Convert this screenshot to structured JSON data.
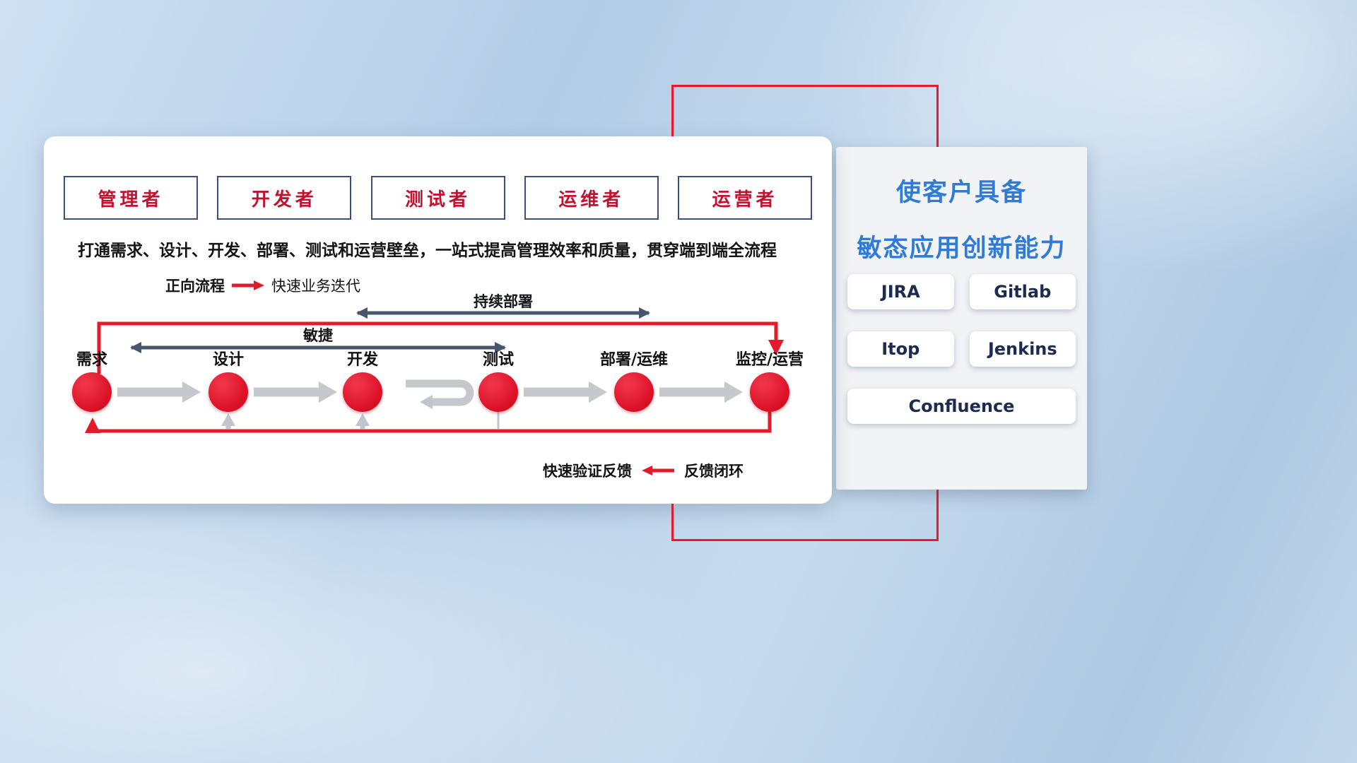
{
  "roles": [
    {
      "label": "管理者"
    },
    {
      "label": "开发者"
    },
    {
      "label": "测试者"
    },
    {
      "label": "运维者"
    },
    {
      "label": "运营者"
    }
  ],
  "subtitle": "打通需求、设计、开发、部署、测试和运营壁垒，一站式提高管理效率和质量，贯穿端到端全流程",
  "legend_forward": {
    "label": "正向流程",
    "desc": "快速业务迭代"
  },
  "flow": {
    "stages": [
      {
        "label": "需求"
      },
      {
        "label": "设计"
      },
      {
        "label": "开发"
      },
      {
        "label": "测试"
      },
      {
        "label": "部署/运维"
      },
      {
        "label": "监控/运营"
      }
    ],
    "annotations": {
      "continuous_deploy": "持续部署",
      "agile": "敏捷"
    }
  },
  "legend_feedback": {
    "desc": "快速验证反馈",
    "label": "反馈闭环"
  },
  "right_panel": {
    "title_line1": "使客户具备",
    "title_line2": "敏态应用创新能力",
    "tools": [
      "JIRA",
      "Gitlab",
      "Itop",
      "Jenkins",
      "Confluence"
    ]
  },
  "colors": {
    "accent_red": "#e11b2c",
    "title_blue": "#2f7cd8",
    "arrow_dark": "#46566b",
    "arrow_gray": "#c5c9ce",
    "role_text": "#c01330",
    "role_border": "#3d4f7d"
  }
}
